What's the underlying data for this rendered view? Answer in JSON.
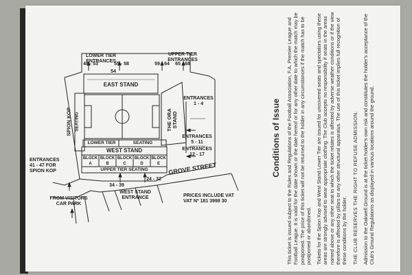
{
  "ground_plan": {
    "lower_tier_entrances": "LOWER TIER\nENTRANCES",
    "upper_tier_entrances_top": "UPPER TIER\nENTRANCES",
    "gate_48_53": "48 - 53",
    "gate_55_58": "55 - 58",
    "gate_54": "54",
    "gate_59_64": "59 - 64",
    "gate_65_68": "65 - 68",
    "east_stand": "EAST STAND",
    "spion_kop": "SPION KOP",
    "spion_kop_seating": "SEATING",
    "ora_stand": "THE ORA\nSTAND",
    "entrances_1_4": "ENTRANCES\n1 - 4",
    "entrances_5_11": "ENTRANCES\n5 - 11",
    "entrances_12_17": "ENTRANCES\n12 - 17",
    "lower_tier": "LOWER TIER",
    "seating": "SEATING",
    "west_stand": "WEST STAND",
    "blocks": [
      {
        "name": "BLOCK",
        "letter": "A"
      },
      {
        "name": "BLOCK",
        "letter": "B"
      },
      {
        "name": "BLOCK",
        "letter": "C"
      },
      {
        "name": "BLOCK",
        "letter": "D"
      },
      {
        "name": "BLOCK",
        "letter": "E"
      }
    ],
    "upper_tier_seating": "UPPER TIER SEATING",
    "entrances_41_47": "ENTRANCES\n41 - 47 FOR\nSPION KOP",
    "grove_street": "GROVE STREET",
    "gate_34_39": "34 - 39",
    "gate_24_32": "24 - 32",
    "west_stand_entrance": "WEST STAND\nENTRANCE",
    "visitors_car_park": "FROM VISITORS\nCAR PARK",
    "prices_note": "PRICES INCLUDE VAT\nVAT Nº 181 3998 30"
  },
  "conditions": {
    "title": "Conditions of Issue",
    "para1": "This ticket is issued subject to the Rules and Regulations of the Football Association, F.A. Premier League and Football League. It is valid for the date shown or the date hereof or for any other date to which the match may be postponed. The price of this ticket will not be returned to the holder in any circumstances if the match has to be postponed or abandoned.",
    "para2": "Tickets for the Spion Kop and West Stand Lower Tier are issued for uncovered seats and spectators using these areas are strongly advised to wear appropriate clothing. The Club accepts no responsibility if seats in the areas named above or any other seat to which the ticket relates is affected by adverse weather conditions or if the view therefore is affected by pillars or any other structural apparatus. The use of this ticket implies full recognition of these conditions by the holder.",
    "para3": "THE CLUB RESERVES THE RIGHT TO REFUSE ADMISSION.",
    "para4": "Admission to the Oakwell Ground is at the ticket holder's own risk and constitutes the holder's acceptance of the Club's Ground Regulations as displayed in various locations around the ground."
  }
}
